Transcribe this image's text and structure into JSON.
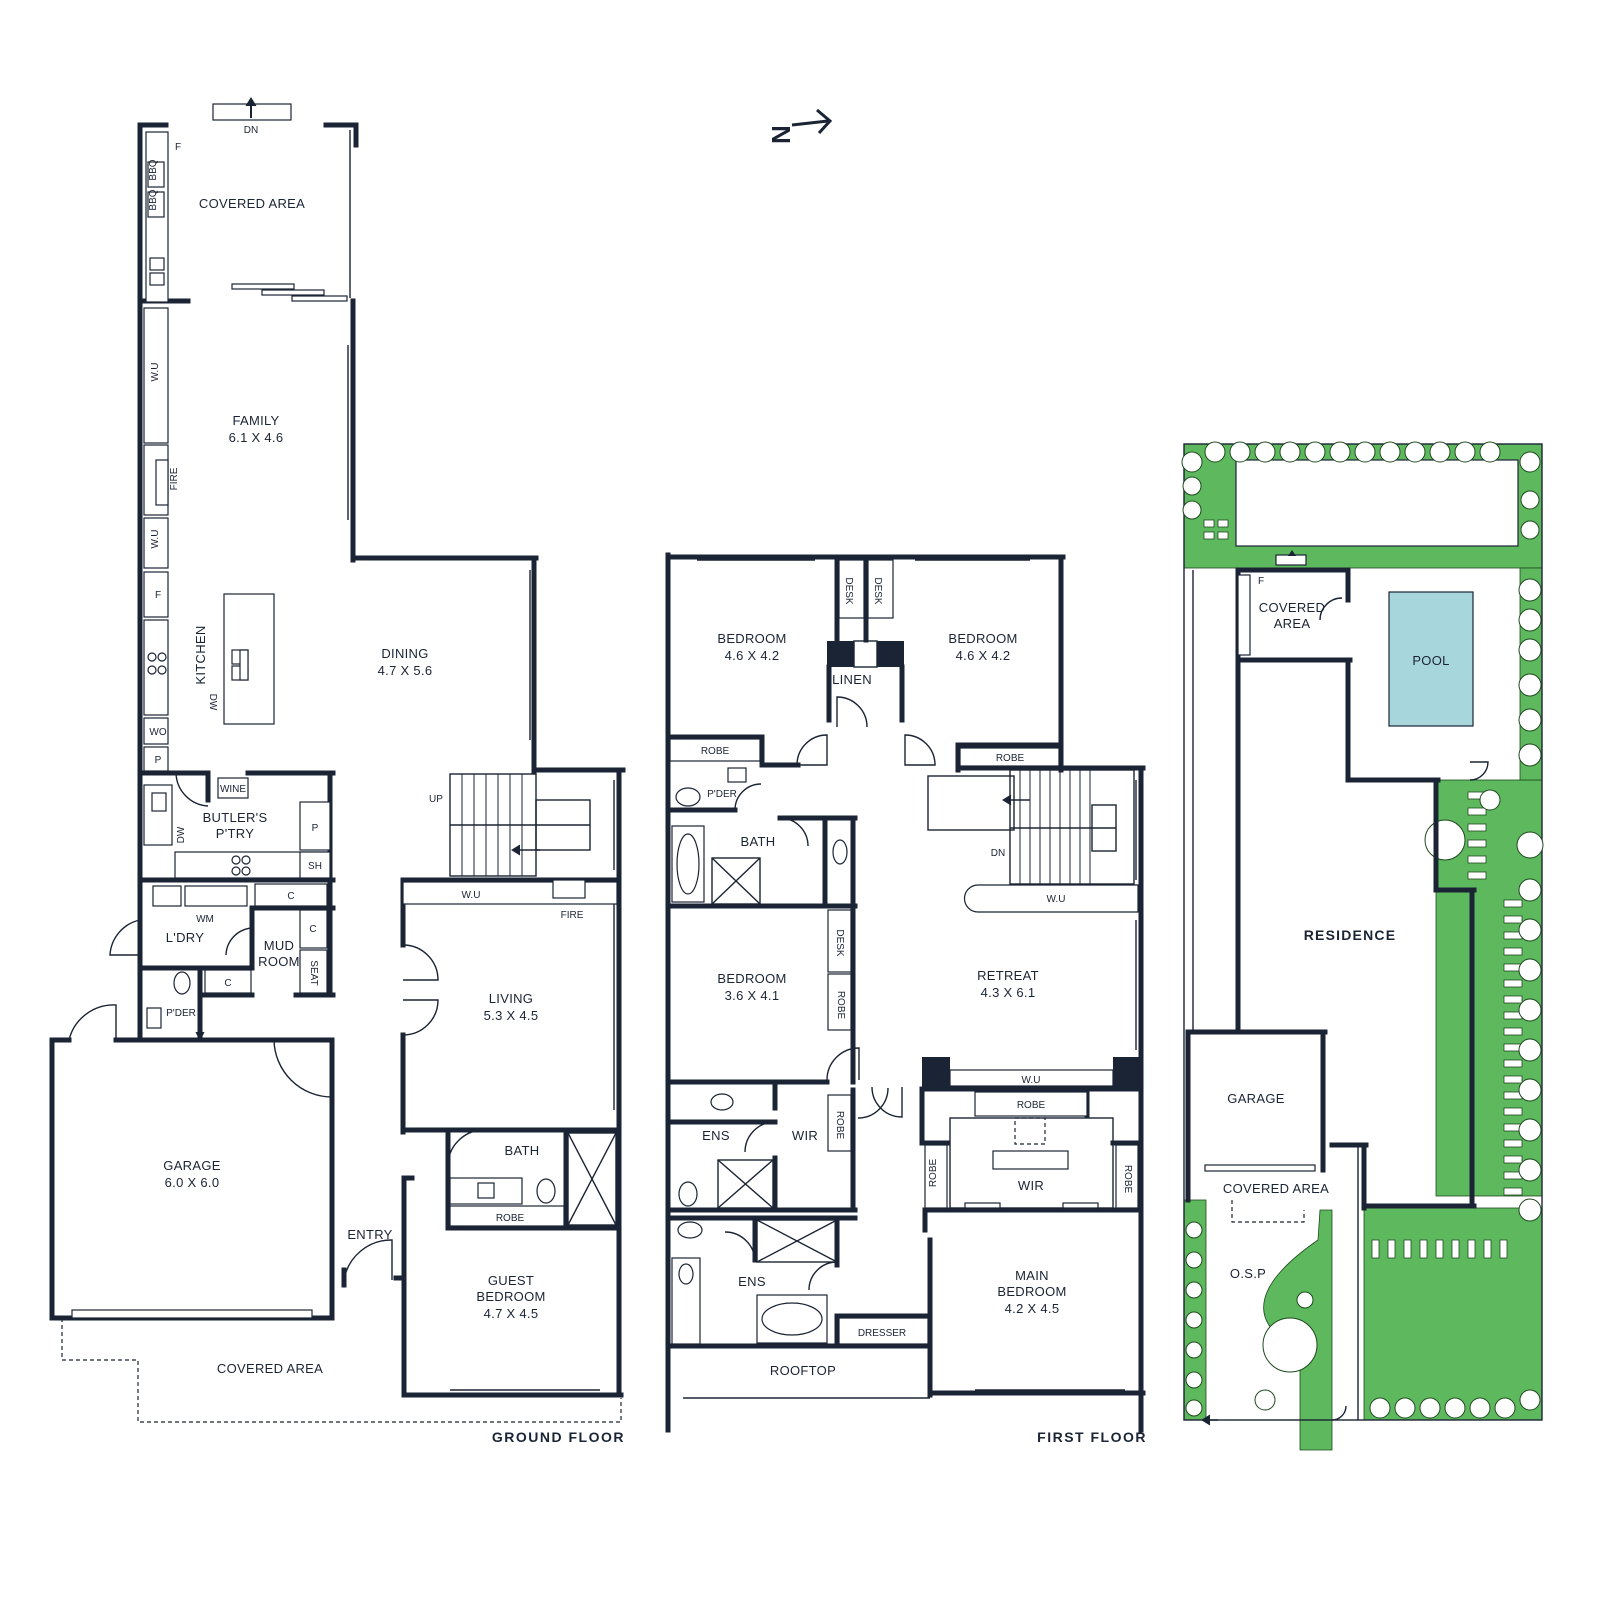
{
  "colors": {
    "walls": "#1b2434",
    "lawn": "#5eb85e",
    "pool": "#a8d6dd",
    "tree_outline": "#1e4a1e"
  },
  "compass": {
    "letter": "N",
    "icon": "north-arrow-icon"
  },
  "ground_floor": {
    "title": "GROUND FLOOR",
    "rooms": {
      "covered_area_top": "COVERED AREA",
      "family": {
        "name": "FAMILY",
        "size": "6.1 X 4.6"
      },
      "dining": {
        "name": "DINING",
        "size": "4.7 X 5.6"
      },
      "kitchen": "KITCHEN",
      "butlers_pantry": {
        "line1": "BUTLER'S",
        "line2": "P'TRY"
      },
      "laundry": "L'DRY",
      "mud_room": {
        "line1": "MUD",
        "line2": "ROOM"
      },
      "powder": "P'DER",
      "living": {
        "name": "LIVING",
        "size": "5.3 X 4.5"
      },
      "bath": "BATH",
      "garage": {
        "name": "GARAGE",
        "size": "6.0 X 6.0"
      },
      "entry": "ENTRY",
      "guest_bedroom": {
        "line1": "GUEST",
        "line2": "BEDROOM",
        "size": "4.7 X 4.5"
      },
      "covered_area_bottom": "COVERED AREA"
    },
    "labels": {
      "dn": "DN",
      "up": "UP",
      "bbq": "BBQ",
      "f": "F",
      "wu": "W.U",
      "fire": "FIRE",
      "dw": "DW",
      "wo": "WO",
      "p": "P",
      "wine": "WINE",
      "sh": "SH",
      "wm": "WM",
      "c": "C",
      "seat": "SEAT",
      "robe": "ROBE"
    }
  },
  "first_floor": {
    "title": "FIRST FLOOR",
    "rooms": {
      "bedroom_a": {
        "name": "BEDROOM",
        "size": "4.6 X 4.2"
      },
      "bedroom_b": {
        "name": "BEDROOM",
        "size": "4.6 X 4.2"
      },
      "linen": "LINEN",
      "powder": "P'DER",
      "bath": "BATH",
      "bedroom_c": {
        "name": "BEDROOM",
        "size": "3.6 X 4.1"
      },
      "retreat": {
        "name": "RETREAT",
        "size": "4.3 X 6.1"
      },
      "ens_a": "ENS",
      "wir_a": "WIR",
      "wir_main": "WIR",
      "ens_b": "ENS",
      "main_bedroom": {
        "line1": "MAIN",
        "line2": "BEDROOM",
        "size": "4.2 X 4.5"
      },
      "dresser": "DRESSER",
      "rooftop": "ROOFTOP"
    },
    "labels": {
      "desk": "DESK",
      "robe": "ROBE",
      "wu": "W.U",
      "dn": "DN"
    }
  },
  "site": {
    "residence": "RESIDENCE",
    "covered_area_top": {
      "line1": "COVERED",
      "line2": "AREA"
    },
    "pool": "POOL",
    "garage": "GARAGE",
    "covered_area_bottom": "COVERED AREA",
    "osp": "O.S.P",
    "f": "F"
  }
}
